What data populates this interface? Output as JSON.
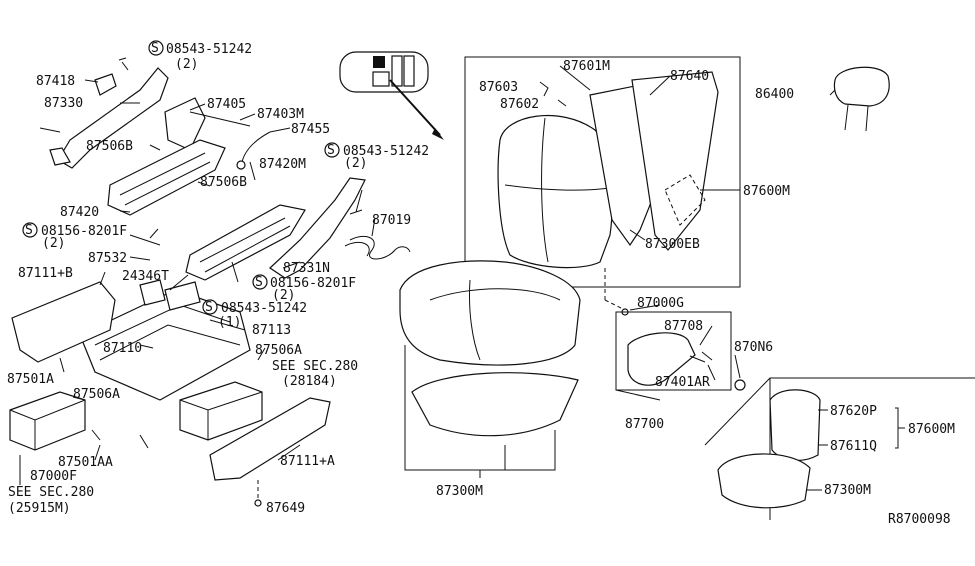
{
  "diagram": {
    "code": "R8700098",
    "labels": {
      "p08543_51242_a": "08543-51242",
      "p08543_51242_a_qty": "(2)",
      "p87418": "87418",
      "p87330": "87330",
      "p87405": "87405",
      "p87403m": "87403M",
      "p87455": "87455",
      "p87506b_a": "87506B",
      "p87506b_b": "87506B",
      "p08543_51242_b": "08543-51242",
      "p08543_51242_b_qty": "(2)",
      "p87420m": "87420M",
      "p87420": "87420",
      "p08156_8201f_a": "08156-8201F",
      "p08156_8201f_a_qty": "(2)",
      "p87019": "87019",
      "p87532": "87532",
      "p87331n": "87331N",
      "p87111b": "87111+B",
      "p24346t": "24346T",
      "p08156_8201f_b": "08156-8201F",
      "p08156_8201f_b_qty": "(2)",
      "p08543_51242_c": "08543-51242",
      "p08543_51242_c_qty": "(1)",
      "p87113": "87113",
      "p87110": "87110",
      "p87506a_a": "87506A",
      "see_sec280_a": "SEE SEC.280",
      "see_sec280_a_ref": "(28184)",
      "p87501a": "87501A",
      "p87506a_b": "87506A",
      "p87501aa": "87501AA",
      "p87000f": "87000F",
      "see_sec280_b": "SEE SEC.280",
      "see_sec280_b_ref": "(25915M)",
      "p87111a": "87111+A",
      "p87649": "87649",
      "p87601m": "87601M",
      "p87603": "87603",
      "p87640": "87640",
      "p87602": "87602",
      "p87600m_a": "87600M",
      "p87300eb": "87300EB",
      "p86400": "86400",
      "p87000g": "87000G",
      "p87708": "87708",
      "p870n6": "870N6",
      "p87401ar": "87401AR",
      "p87700": "87700",
      "p87300m_a": "87300M",
      "p87620p": "87620P",
      "p87600m_b": "87600M",
      "p87611q": "87611Q",
      "p87300m_b": "87300M"
    },
    "screw_symbol": "S"
  }
}
